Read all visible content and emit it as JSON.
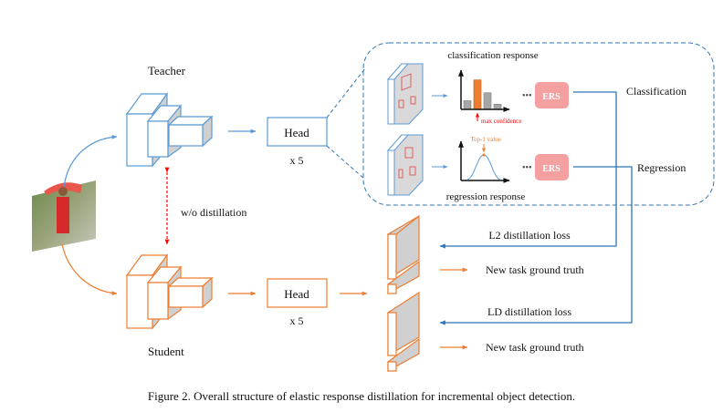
{
  "labels": {
    "teacher": "Teacher",
    "student": "Student",
    "head": "Head",
    "times5": "x 5",
    "wo_distillation": "w/o distillation",
    "classification_response": "classification response",
    "regression_response": "regression response",
    "max_confidence": "max confidence",
    "top1_value": "Top-1 value",
    "ers": "ERS",
    "ellipsis": "•••",
    "classification": "Classification",
    "regression": "Regression",
    "l2_loss": "L2 distillation loss",
    "ld_loss": "LD distillation loss",
    "new_task_gt": "New task ground truth"
  },
  "caption": "Figure 2. Overall structure of elastic response distillation for incremental object detection.",
  "classification_bars": [
    0.25,
    0.85,
    0.48,
    0.15
  ],
  "highlight_bar_index": 1,
  "colors": {
    "teacher": "#5b9bd5",
    "student": "#ed7d31",
    "ers_fill": "#f4a0a0",
    "loss_line": "#2e75b6",
    "alert": "#ff0000",
    "gray": "#a6a6a6",
    "bar_highlight": "#ed7d31"
  }
}
